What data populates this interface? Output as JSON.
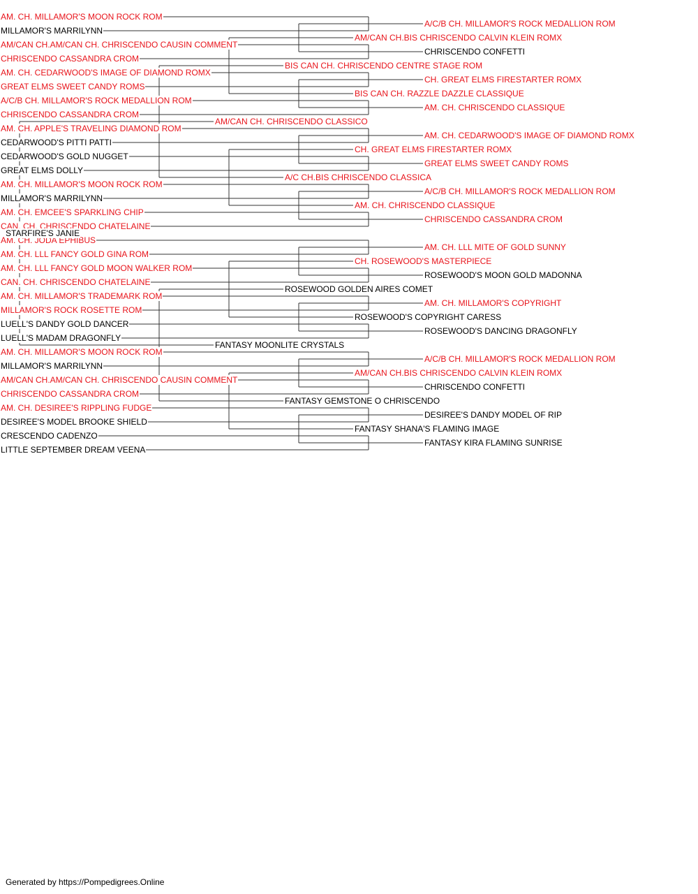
{
  "colors": {
    "champion": "#e8141b",
    "normal": "#000000",
    "connector": "#333333"
  },
  "pedigree": {
    "name": "STARFIRE'S JANIE",
    "champion": false,
    "sire": {
      "name": "AM/CAN CH. CHRISCENDO CLASSICO",
      "champion": true,
      "sire": {
        "name": "BIS CAN CH. CHRISCENDO CENTRE STAGE ROM",
        "champion": true,
        "sire": {
          "name": "AM/CAN CH.BIS CHRISCENDO CALVIN KLEIN ROMX",
          "champion": true,
          "sire": {
            "name": "A/C/B CH. MILLAMOR'S ROCK MEDALLION ROM",
            "champion": true,
            "sire": {
              "name": "AM. CH. MILLAMOR'S MOON ROCK ROM",
              "champion": true
            },
            "dam": {
              "name": "MILLAMOR'S MARRILYNN",
              "champion": false
            }
          },
          "dam": {
            "name": "CHRISCENDO CONFETTI",
            "champion": false,
            "sire": {
              "name": "AM/CAN CH.AM/CAN CH. CHRISCENDO CAUSIN COMMENT",
              "champion": true
            },
            "dam": {
              "name": "CHRISCENDO CASSANDRA CROM",
              "champion": true
            }
          }
        },
        "dam": {
          "name": "BIS CAN CH. RAZZLE DAZZLE CLASSIQUE",
          "champion": true,
          "sire": {
            "name": "CH. GREAT ELMS FIRESTARTER ROMX",
            "champion": true,
            "sire": {
              "name": "AM. CH. CEDARWOOD'S IMAGE OF DIAMOND ROMX",
              "champion": true
            },
            "dam": {
              "name": "GREAT ELMS SWEET CANDY ROMS",
              "champion": true
            }
          },
          "dam": {
            "name": "AM. CH. CHRISCENDO CLASSIQUE",
            "champion": true,
            "sire": {
              "name": "A/C/B CH. MILLAMOR'S ROCK MEDALLION ROM",
              "champion": true
            },
            "dam": {
              "name": "CHRISCENDO CASSANDRA CROM",
              "champion": true
            }
          }
        }
      },
      "dam": {
        "name": "A/C CH.BIS CHRISCENDO CLASSICA",
        "champion": true,
        "sire": {
          "name": "CH. GREAT ELMS FIRESTARTER ROMX",
          "champion": true,
          "sire": {
            "name": "AM. CH. CEDARWOOD'S IMAGE OF DIAMOND ROMX",
            "champion": true,
            "sire": {
              "name": "AM. CH. APPLE'S TRAVELING DIAMOND ROM",
              "champion": true
            },
            "dam": {
              "name": "CEDARWOOD'S PITTI PATTI",
              "champion": false
            }
          },
          "dam": {
            "name": "GREAT ELMS SWEET CANDY ROMS",
            "champion": true,
            "sire": {
              "name": "CEDARWOOD'S GOLD NUGGET",
              "champion": false
            },
            "dam": {
              "name": "GREAT ELMS DOLLY",
              "champion": false
            }
          }
        },
        "dam": {
          "name": "AM. CH. CHRISCENDO CLASSIQUE",
          "champion": true,
          "sire": {
            "name": "A/C/B CH. MILLAMOR'S ROCK MEDALLION ROM",
            "champion": true,
            "sire": {
              "name": "AM. CH. MILLAMOR'S MOON ROCK ROM",
              "champion": true
            },
            "dam": {
              "name": "MILLAMOR'S MARRILYNN",
              "champion": false
            }
          },
          "dam": {
            "name": "CHRISCENDO CASSANDRA CROM",
            "champion": true,
            "sire": {
              "name": "AM. CH. EMCEE'S SPARKLING CHIP",
              "champion": true
            },
            "dam": {
              "name": "CAN. CH. CHRISCENDO CHATELAINE",
              "champion": true
            }
          }
        }
      }
    },
    "dam": {
      "name": "FANTASY MOONLITE CRYSTALS",
      "champion": false,
      "sire": {
        "name": "ROSEWOOD GOLDEN AIRES COMET",
        "champion": false,
        "sire": {
          "name": "CH. ROSEWOOD'S MASTERPIECE",
          "champion": true,
          "sire": {
            "name": "AM. CH. LLL MITE OF GOLD SUNNY",
            "champion": true,
            "sire": {
              "name": "AM. CH. JODA EPHIBUS",
              "champion": true
            },
            "dam": {
              "name": "AM. CH. LLL FANCY GOLD GINA ROM",
              "champion": true
            }
          },
          "dam": {
            "name": "ROSEWOOD'S MOON GOLD MADONNA",
            "champion": false,
            "sire": {
              "name": "AM. CH. LLL FANCY GOLD MOON WALKER ROM",
              "champion": true
            },
            "dam": {
              "name": "CAN. CH. CHRISCENDO CHATELAINE",
              "champion": true
            }
          }
        },
        "dam": {
          "name": "ROSEWOOD'S COPYRIGHT CARESS",
          "champion": false,
          "sire": {
            "name": "AM. CH. MILLAMOR'S COPYRIGHT",
            "champion": true,
            "sire": {
              "name": "AM. CH. MILLAMOR'S TRADEMARK ROM",
              "champion": true
            },
            "dam": {
              "name": "MILLAMOR'S ROCK ROSETTE ROM",
              "champion": true
            }
          },
          "dam": {
            "name": "ROSEWOOD'S DANCING DRAGONFLY",
            "champion": false,
            "sire": {
              "name": "LUELL'S DANDY GOLD DANCER",
              "champion": false
            },
            "dam": {
              "name": "LUELL'S MADAM DRAGONFLY",
              "champion": false
            }
          }
        }
      },
      "dam": {
        "name": "FANTASY GEMSTONE O CHRISCENDO",
        "champion": false,
        "sire": {
          "name": "AM/CAN CH.BIS CHRISCENDO CALVIN KLEIN ROMX",
          "champion": true,
          "sire": {
            "name": "A/C/B CH. MILLAMOR'S ROCK MEDALLION ROM",
            "champion": true,
            "sire": {
              "name": "AM. CH. MILLAMOR'S MOON ROCK ROM",
              "champion": true
            },
            "dam": {
              "name": "MILLAMOR'S MARRILYNN",
              "champion": false
            }
          },
          "dam": {
            "name": "CHRISCENDO CONFETTI",
            "champion": false,
            "sire": {
              "name": "AM/CAN CH.AM/CAN CH. CHRISCENDO CAUSIN COMMENT",
              "champion": true
            },
            "dam": {
              "name": "CHRISCENDO CASSANDRA CROM",
              "champion": true
            }
          }
        },
        "dam": {
          "name": "FANTASY SHANA'S FLAMING IMAGE",
          "champion": false,
          "sire": {
            "name": "DESIREE'S DANDY MODEL OF RIP",
            "champion": false,
            "sire": {
              "name": "AM. CH. DESIREE'S RIPPLING FUDGE",
              "champion": true
            },
            "dam": {
              "name": "DESIREE'S MODEL BROOKE SHIELD",
              "champion": false
            }
          },
          "dam": {
            "name": "FANTASY KIRA FLAMING SUNRISE",
            "champion": false,
            "sire": {
              "name": "CRESCENDO CADENZO",
              "champion": false
            },
            "dam": {
              "name": "LITTLE SEPTEMBER DREAM VEENA",
              "champion": false
            }
          }
        }
      }
    }
  },
  "footer": {
    "credit": "Generated by https://Pompedigrees.Online"
  }
}
